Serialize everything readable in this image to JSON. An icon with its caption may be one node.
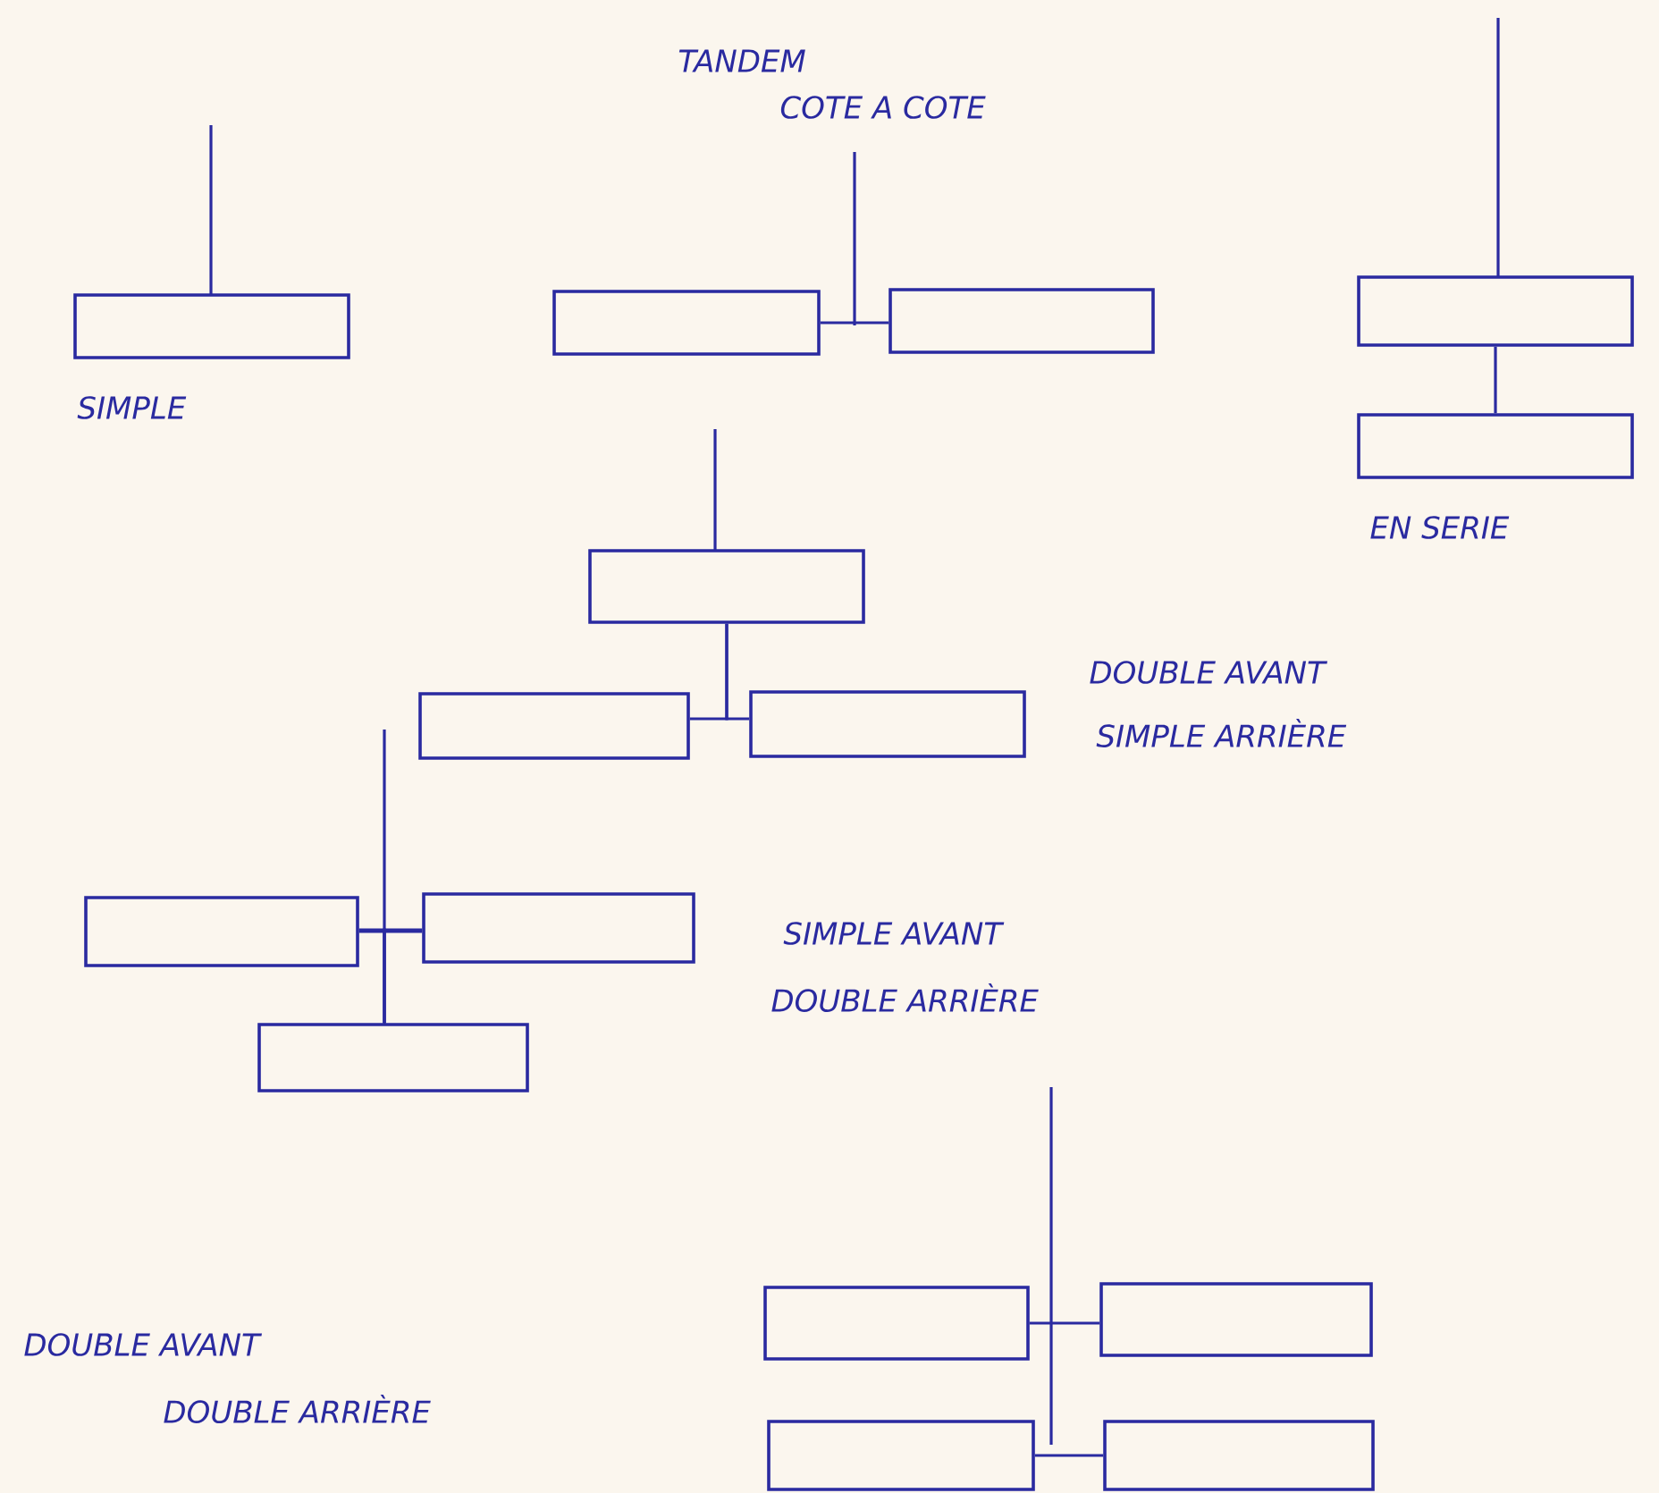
{
  "diagram": {
    "nodes": [
      {
        "text": [],
        "shape": "box"
      },
      {
        "text": [],
        "shape": "box"
      },
      {
        "text": [],
        "shape": "box"
      },
      {
        "text": [],
        "shape": "box"
      },
      {
        "text": [],
        "shape": "box"
      },
      {
        "text": [],
        "shape": "box"
      },
      {
        "text": [],
        "shape": "box"
      },
      {
        "text": [],
        "shape": "box"
      },
      {
        "text": [],
        "shape": "box"
      },
      {
        "text": [],
        "shape": "box"
      },
      {
        "text": [],
        "shape": "box"
      },
      {
        "text": [],
        "shape": "box"
      },
      {
        "text": [],
        "shape": "box"
      },
      {
        "text": [],
        "shape": "box"
      },
      {
        "text": [],
        "shape": "box"
      }
    ],
    "edges": [
      {
        "from": 1,
        "to": 2,
        "arrow": "none"
      },
      {
        "from": 3,
        "to": 4,
        "arrow": "none"
      },
      {
        "from": 5,
        "to": 6,
        "arrow": "none"
      },
      {
        "from": 5,
        "to": 7,
        "arrow": "none"
      },
      {
        "from": 8,
        "to": 9,
        "arrow": "none"
      },
      {
        "from": 8,
        "to": 10,
        "arrow": "none"
      },
      {
        "from": 9,
        "to": 10,
        "arrow": "none"
      },
      {
        "from": 11,
        "to": 12,
        "arrow": "none"
      },
      {
        "from": 13,
        "to": 14,
        "arrow": "none"
      }
    ],
    "labels": [
      "TANDEM",
      "COTE A COTE",
      "SIMPLE",
      "EN SERIE",
      "DOUBLE AVANT",
      "SIMPLE ARRIÈRE",
      "SIMPLE AVANT",
      "DOUBLE ARRIÈRE",
      "DOUBLE AVANT",
      "DOUBLE ARRIÈRE"
    ]
  }
}
